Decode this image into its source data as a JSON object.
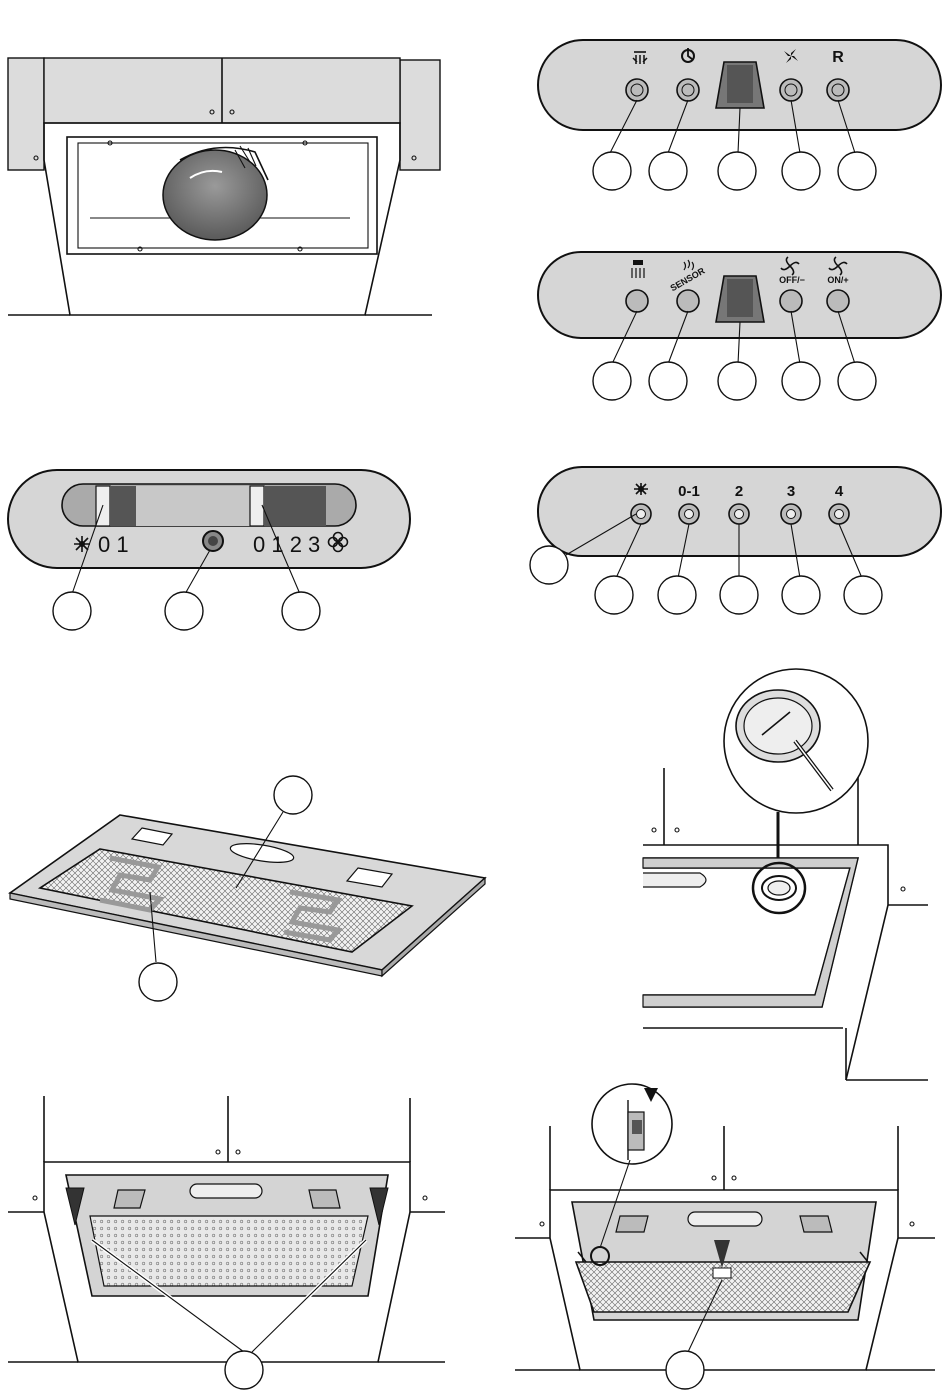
{
  "panel_b": {
    "labels": [
      "R"
    ]
  },
  "panel_c": {
    "labels": [
      "SENSOR",
      "OFF/−",
      "ON/+"
    ]
  },
  "panel_e": {
    "labels": [
      "0-1",
      "2",
      "3",
      "4"
    ]
  },
  "panel_d": {
    "light_scale": "0 1",
    "fan_scale": "0 1 2 3"
  },
  "icons": [
    "light-icon",
    "timer-icon",
    "fan-icon",
    "sensor-icon"
  ]
}
